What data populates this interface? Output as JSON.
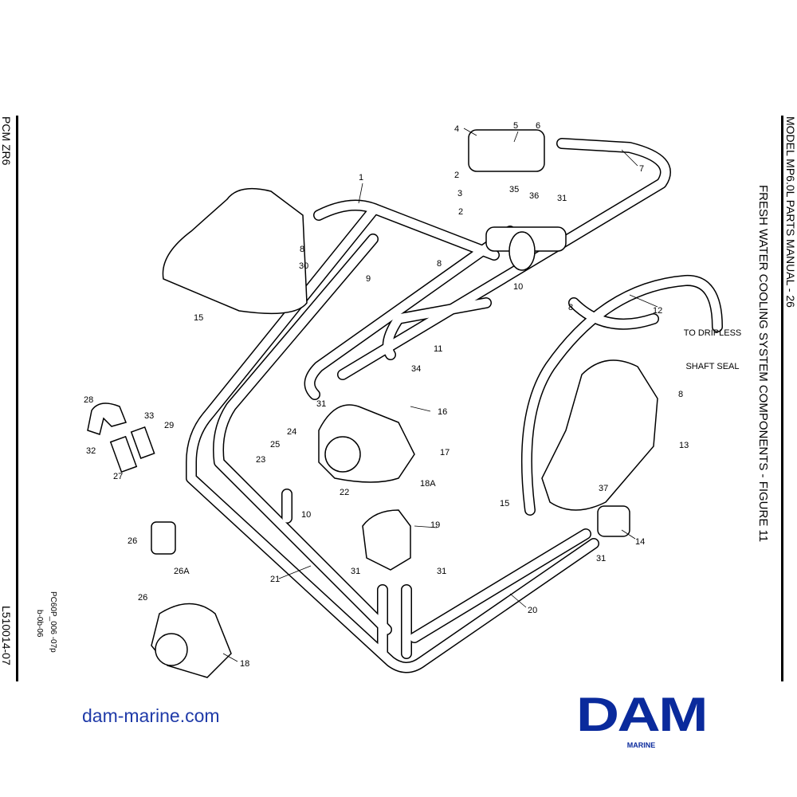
{
  "page": {
    "left_header": "PCM ZR6",
    "left_footer": "L510014-07",
    "right_header": "MODEL MP6.0L PARTS MANUAL - 26",
    "figure_title": "FRESH WATER COOLING SYSTEM COMPONENTS - FIGURE 11",
    "drawing_code_line1": "PC60P_006 -07p",
    "drawing_code_line2": "b-0b-06",
    "website": "dam-marine.com",
    "logo_text": "DAM",
    "logo_subtext": "MARINE"
  },
  "annotation": {
    "line1": "TO DRIPLESS",
    "line2": "SHAFT SEAL"
  },
  "callouts": [
    "1",
    "4",
    "5",
    "6",
    "7",
    "2",
    "3",
    "35",
    "36",
    "31",
    "2",
    "8",
    "30",
    "8",
    "9",
    "10",
    "8",
    "12",
    "11",
    "15",
    "34",
    "28",
    "33",
    "29",
    "32",
    "27",
    "31",
    "16",
    "24",
    "25",
    "23",
    "22",
    "17",
    "18A",
    "10",
    "8",
    "13",
    "37",
    "15",
    "14",
    "31",
    "19",
    "26",
    "26A",
    "21",
    "31",
    "31",
    "20",
    "26",
    "18"
  ],
  "colors": {
    "brand_blue": "#0a2a9c",
    "link_blue": "#1f3aa8"
  }
}
